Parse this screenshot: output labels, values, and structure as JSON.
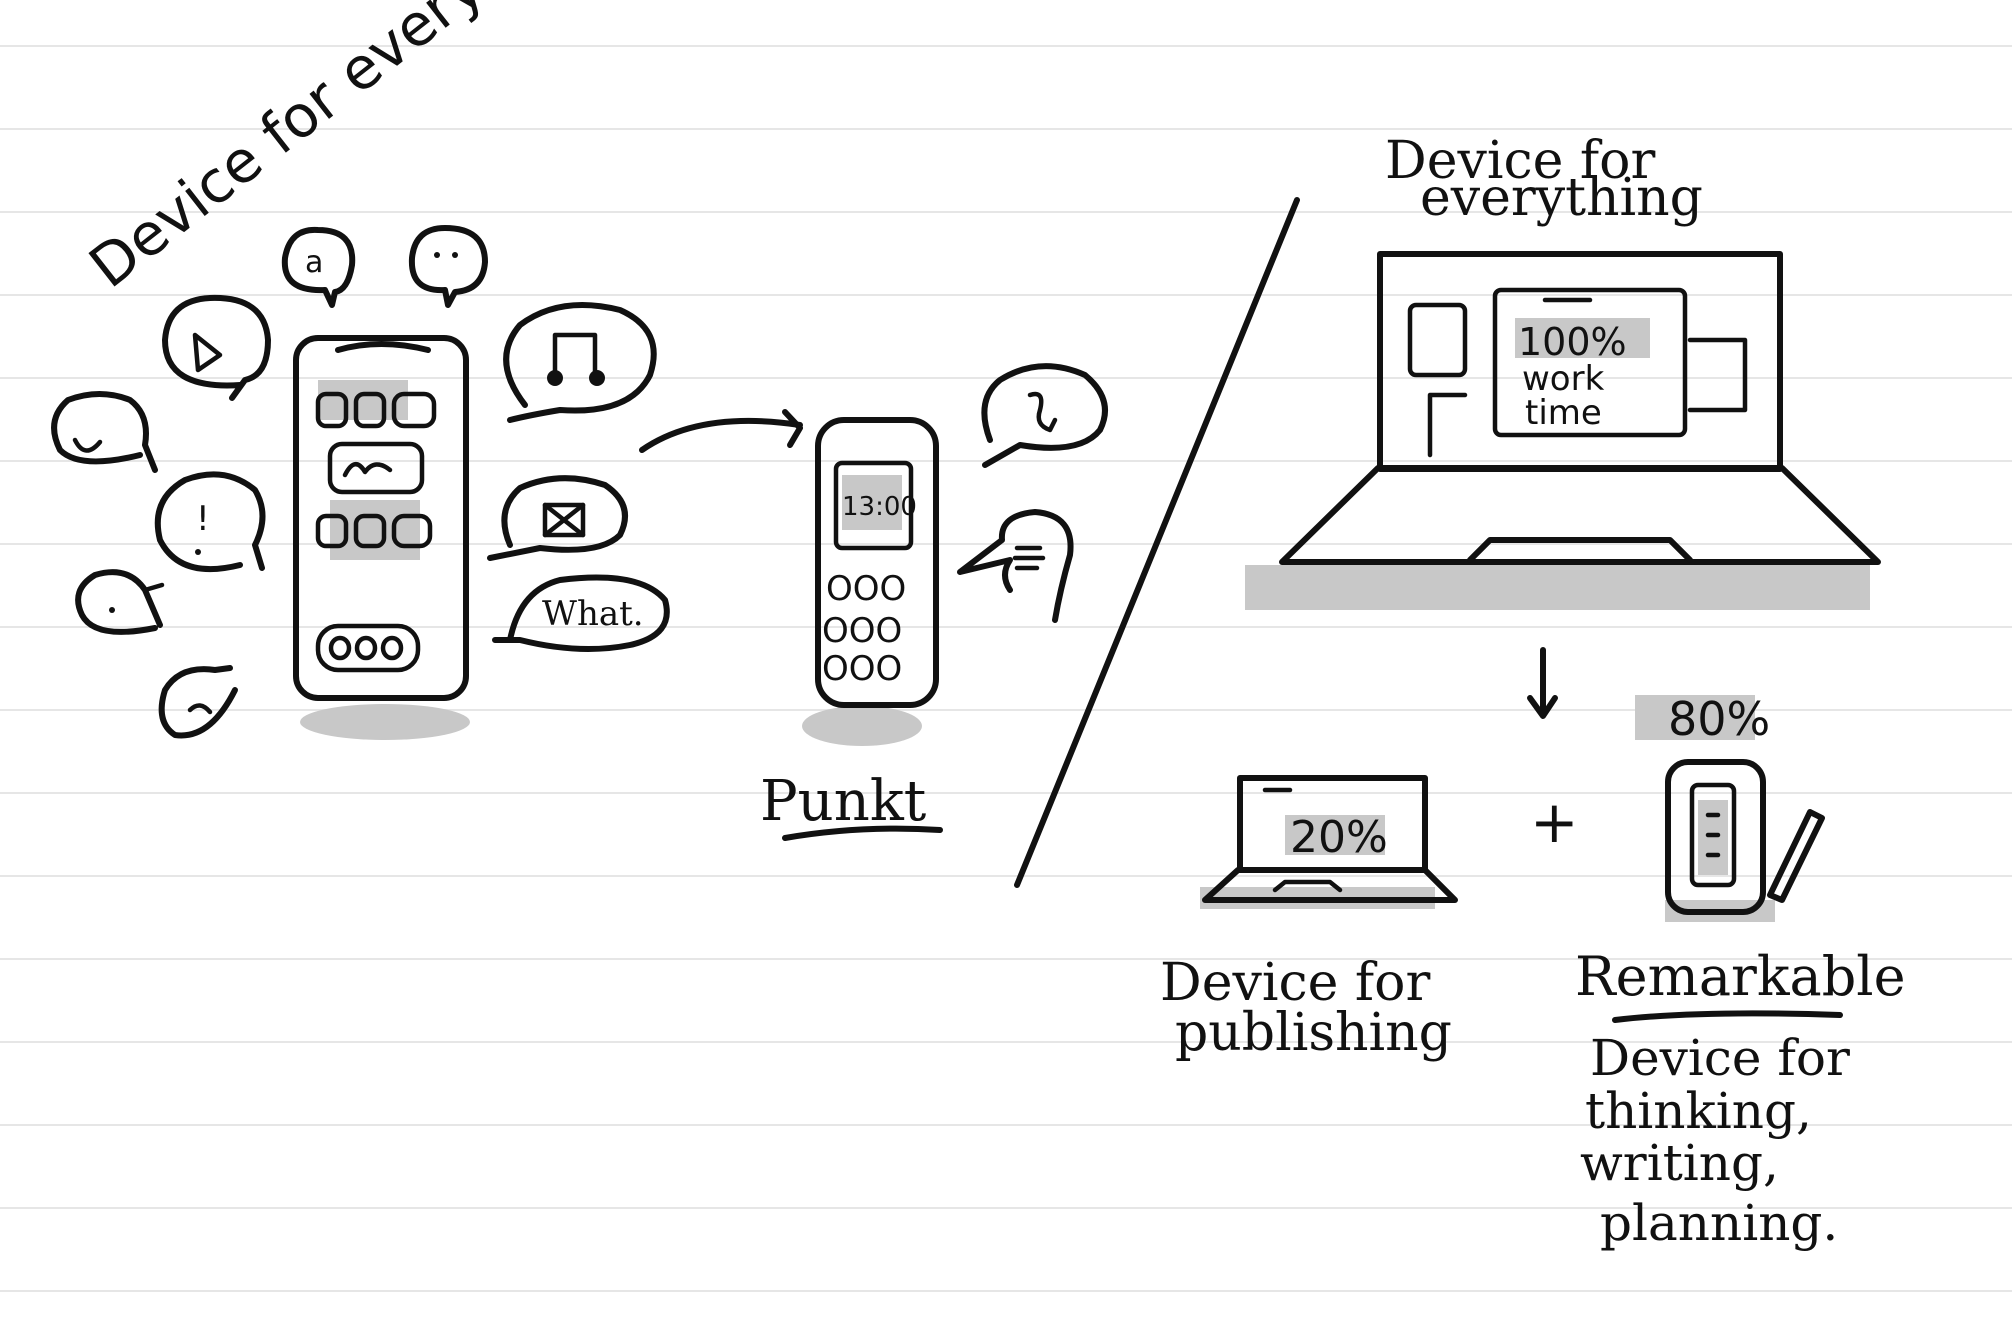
{
  "colors": {
    "ink": "#111111",
    "shade": "#c8c8c8",
    "paper": "#ffffff",
    "rule": "#e6e6e6"
  },
  "left": {
    "title": "Device for everything",
    "chat_label": "What.",
    "icons": [
      "play-icon",
      "music-note-icon",
      "mail-icon",
      "alert-icon",
      "chat-icon",
      "phone-icon",
      "message-lines-icon"
    ]
  },
  "middle": {
    "phone_time": "13:00",
    "label": "Punkt"
  },
  "right": {
    "title_line1": "Device for",
    "title_line2": "everything",
    "screen_line1": "100%",
    "screen_line2": "work",
    "screen_line3": "time",
    "small_laptop_value": "20%",
    "remarkable_value": "80%",
    "plus": "+",
    "publishing_line1": "Device for",
    "publishing_line2": "publishing",
    "remarkable_title": "Remarkable",
    "remarkable_desc1": "Device for",
    "remarkable_desc2": "thinking,",
    "remarkable_desc3": "writing,",
    "remarkable_desc4": "planning."
  }
}
